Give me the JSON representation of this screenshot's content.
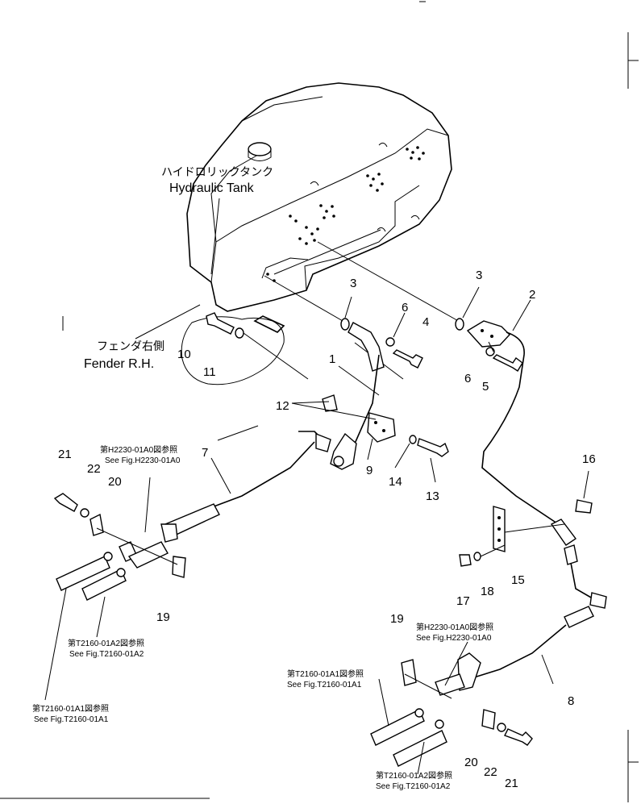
{
  "labels": {
    "hydraulic_tank_jp": "ハイドロリックタンク",
    "hydraulic_tank_en": "Hydraulic Tank",
    "fender_jp": "フェンダ右側",
    "fender_en": "Fender R.H."
  },
  "references": {
    "h2230_top_jp": "第H2230-01A0図参照",
    "h2230_top_en": "See Fig.H2230-01A0",
    "t2160_a2_left_jp": "第T2160-01A2図参照",
    "t2160_a2_left_en": "See Fig.T2160-01A2",
    "t2160_a1_left_jp": "第T2160-01A1図参照",
    "t2160_a1_left_en": "See Fig.T2160-01A1",
    "h2230_right_jp": "第H2230-01A0図参照",
    "h2230_right_en": "See Fig.H2230-01A0",
    "t2160_a1_right_jp": "第T2160-01A1図参照",
    "t2160_a1_right_en": "See Fig.T2160-01A1",
    "t2160_a2_right_jp": "第T2160-01A2図参照",
    "t2160_a2_right_en": "See Fig.T2160-01A2"
  },
  "callouts": {
    "c1": "1",
    "c2": "2",
    "c3a": "3",
    "c3b": "3",
    "c4": "4",
    "c5": "5",
    "c6a": "6",
    "c6b": "6",
    "c7": "7",
    "c8": "8",
    "c9": "9",
    "c10": "10",
    "c11": "11",
    "c12": "12",
    "c13": "13",
    "c14": "14",
    "c15": "15",
    "c16": "16",
    "c17": "17",
    "c18": "18",
    "c19a": "19",
    "c19b": "19",
    "c20a": "20",
    "c20b": "20",
    "c21a": "21",
    "c21b": "21",
    "c22a": "22",
    "c22b": "22"
  }
}
